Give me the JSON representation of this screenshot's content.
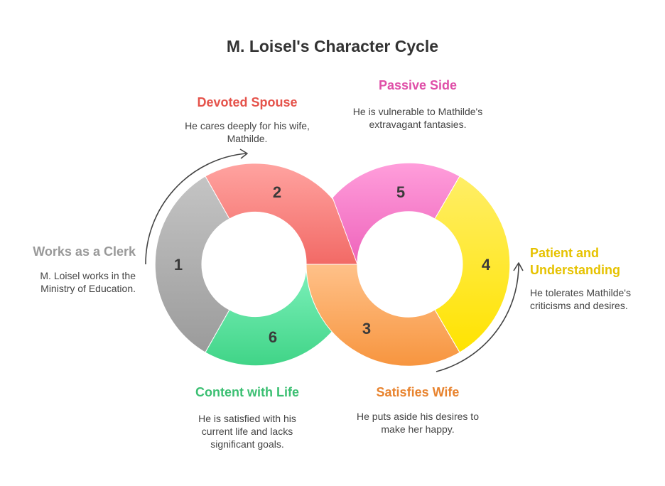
{
  "title": "M. Loisel's Character Cycle",
  "segments": [
    {
      "number": "1",
      "label": "Works as a Clerk",
      "description": "M. Loisel works in the Ministry of Education.",
      "color": "#999999"
    },
    {
      "number": "2",
      "label": "Devoted Spouse",
      "description": "He cares deeply for his wife, Mathilde.",
      "color": "#e5534b"
    },
    {
      "number": "3",
      "label": "Satisfies Wife",
      "description": "He puts aside his desires to make her happy.",
      "color": "#e8832e"
    },
    {
      "number": "4",
      "label": "Patient and Understanding",
      "description": "He tolerates Mathilde's criticisms and desires.",
      "color": "#e6c200"
    },
    {
      "number": "5",
      "label": "Passive Side",
      "description": "He is vulnerable to Mathilde's extravagant fantasies.",
      "color": "#df4fa8"
    },
    {
      "number": "6",
      "label": "Content with Life",
      "description": "He is satisfied with his current life and lacks significant goals.",
      "color": "#3bbf72"
    }
  ]
}
